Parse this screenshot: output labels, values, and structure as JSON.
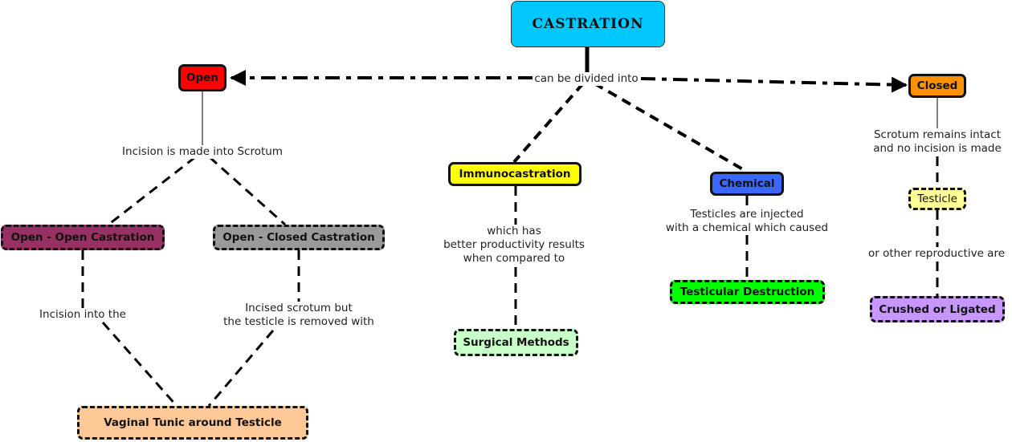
{
  "diagram": {
    "title": "CASTRATION",
    "nodes": [
      {
        "id": "castration",
        "label": "CASTRATION",
        "color": "#00c8ff",
        "style": "title"
      },
      {
        "id": "open",
        "label": "Open",
        "color": "#ff0000",
        "style": "solid"
      },
      {
        "id": "closed",
        "label": "Closed",
        "color": "#ff9100",
        "style": "solid"
      },
      {
        "id": "immuno",
        "label": "Immunocastration",
        "color": "#ffff00",
        "style": "solid"
      },
      {
        "id": "chemical",
        "label": "Chemical",
        "color": "#3b67ff",
        "style": "solid"
      },
      {
        "id": "open_open",
        "label": "Open - Open Castration",
        "color": "#983163",
        "style": "dashed"
      },
      {
        "id": "open_closed",
        "label": "Open - Closed Castration",
        "color": "#9a9a9a",
        "style": "dashed"
      },
      {
        "id": "vaginal",
        "label": "Vaginal Tunic around Testicle",
        "color": "#ffc896",
        "style": "dashed"
      },
      {
        "id": "surgical",
        "label": "Surgical Methods",
        "color": "#c8ffc8",
        "style": "dashed"
      },
      {
        "id": "testicular",
        "label": "Testicular Destruction",
        "color": "#00ff00",
        "style": "dashed"
      },
      {
        "id": "testicle",
        "label": "Testicle",
        "color": "#ffff96",
        "style": "dashed-plain"
      },
      {
        "id": "crushed",
        "label": "Crushed or Ligated",
        "color": "#c896ff",
        "style": "dashed"
      }
    ],
    "link_labels": [
      {
        "id": "divided",
        "text": "can be divided into"
      },
      {
        "id": "incision_scrotum",
        "text": "Incision is made into Scrotum"
      },
      {
        "id": "scrotum_intact",
        "text": "Scrotum remains intact\nand no incision is made"
      },
      {
        "id": "which_has",
        "text": "which has\nbetter productivity results\nwhen compared to"
      },
      {
        "id": "injected",
        "text": "Testicles are injected\nwith a chemical which caused"
      },
      {
        "id": "other_repro",
        "text": "or other reproductive are"
      },
      {
        "id": "incision_into",
        "text": "Incision into the"
      },
      {
        "id": "incised_scrotum",
        "text": "Incised scrotum but\nthe testicle is removed with"
      }
    ]
  }
}
